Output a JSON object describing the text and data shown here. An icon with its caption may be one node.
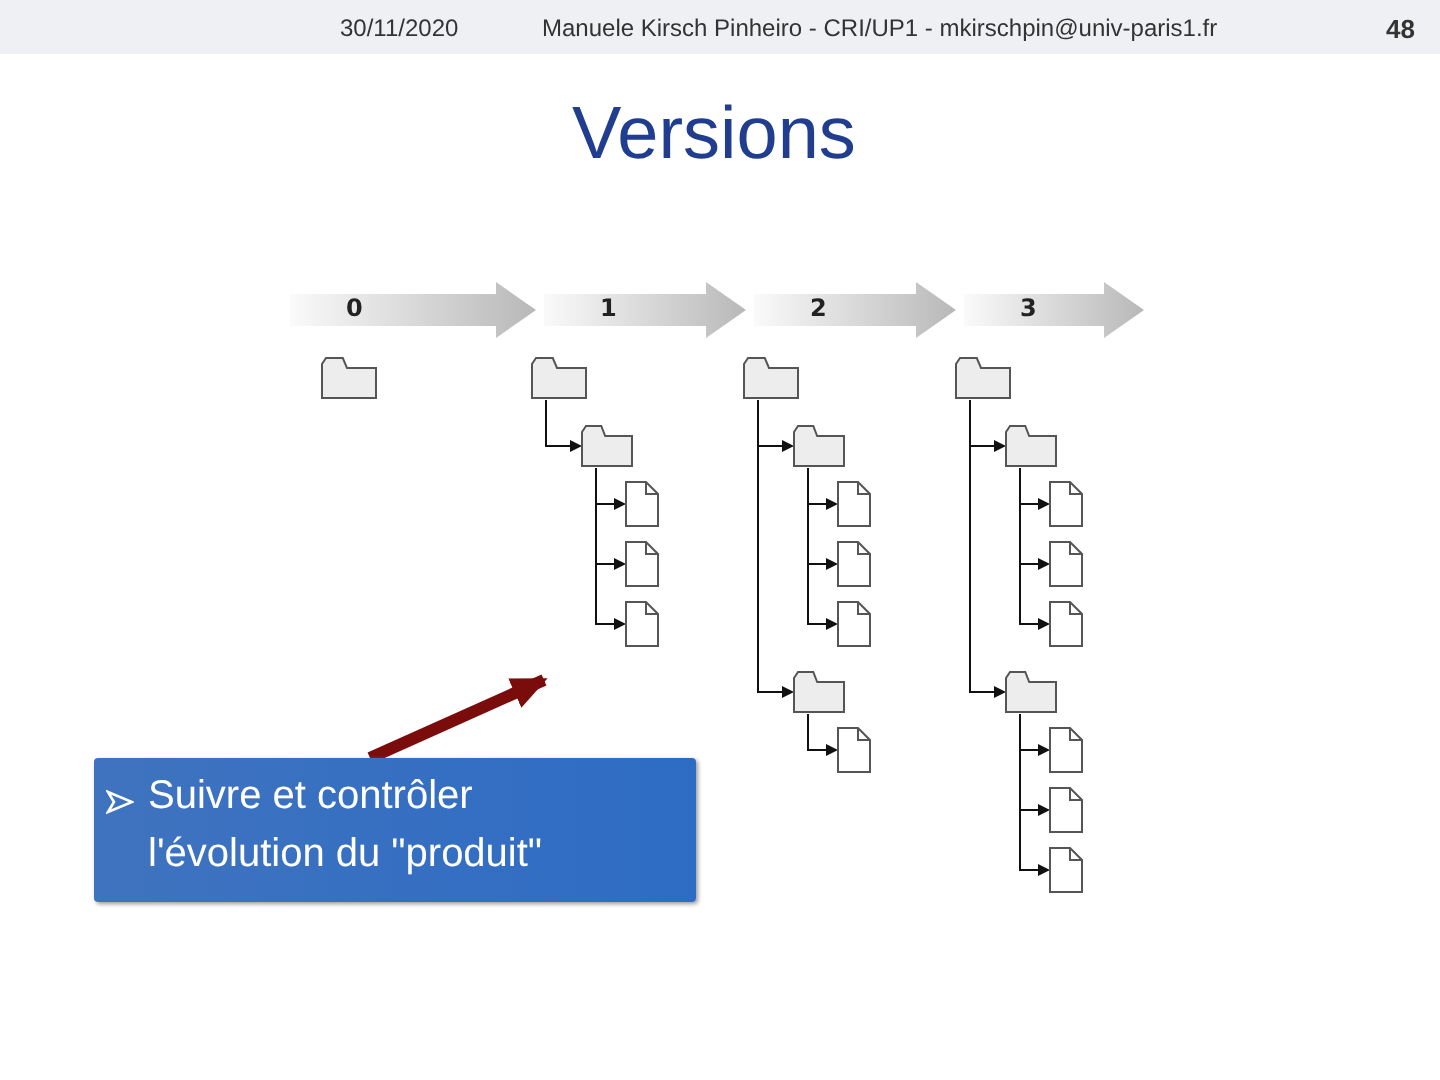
{
  "diagram": {
    "title": "Versions",
    "nodes": [
      {
        "text": [
          "0"
        ]
      },
      {
        "text": [
          "1"
        ]
      },
      {
        "text": [
          "2"
        ]
      },
      {
        "text": [
          "3"
        ]
      },
      {
        "text": [],
        "shape": "folder"
      },
      {
        "text": [],
        "shape": "folder"
      },
      {
        "text": [],
        "shape": "folder"
      },
      {
        "text": [],
        "shape": "file"
      },
      {
        "text": [],
        "shape": "file"
      },
      {
        "text": [],
        "shape": "file"
      },
      {
        "text": [],
        "shape": "folder"
      },
      {
        "text": [],
        "shape": "folder"
      },
      {
        "text": [],
        "shape": "file"
      },
      {
        "text": [],
        "shape": "file"
      },
      {
        "text": [],
        "shape": "file"
      },
      {
        "text": [],
        "shape": "folder"
      },
      {
        "text": [],
        "shape": "file"
      },
      {
        "text": [],
        "shape": "folder"
      },
      {
        "text": [],
        "shape": "folder"
      },
      {
        "text": [],
        "shape": "file"
      },
      {
        "text": [],
        "shape": "file"
      },
      {
        "text": [],
        "shape": "file"
      },
      {
        "text": [],
        "shape": "folder"
      },
      {
        "text": [],
        "shape": "file"
      },
      {
        "text": [],
        "shape": "file"
      },
      {
        "text": [],
        "shape": "file"
      },
      {
        "text": [
          "Suivre et contrôler l'évolution du \"produit\""
        ]
      }
    ],
    "edges": [
      {
        "from": 5,
        "to": 6,
        "arrow": "to"
      },
      {
        "from": 6,
        "to": 7,
        "arrow": "to"
      },
      {
        "from": 6,
        "to": 8,
        "arrow": "to"
      },
      {
        "from": 6,
        "to": 9,
        "arrow": "to"
      },
      {
        "from": 10,
        "to": 11,
        "arrow": "to"
      },
      {
        "from": 11,
        "to": 12,
        "arrow": "to"
      },
      {
        "from": 11,
        "to": 13,
        "arrow": "to"
      },
      {
        "from": 11,
        "to": 14,
        "arrow": "to"
      },
      {
        "from": 10,
        "to": 15,
        "arrow": "to"
      },
      {
        "from": 15,
        "to": 16,
        "arrow": "to"
      },
      {
        "from": 17,
        "to": 18,
        "arrow": "to"
      },
      {
        "from": 18,
        "to": 19,
        "arrow": "to"
      },
      {
        "from": 18,
        "to": 20,
        "arrow": "to"
      },
      {
        "from": 18,
        "to": 21,
        "arrow": "to"
      },
      {
        "from": 17,
        "to": 22,
        "arrow": "to"
      },
      {
        "from": 22,
        "to": 23,
        "arrow": "to"
      },
      {
        "from": 22,
        "to": 24,
        "arrow": "to"
      },
      {
        "from": 22,
        "to": 25,
        "arrow": "to"
      },
      {
        "from": 26,
        "to": null,
        "arrow": "to",
        "style": "thick",
        "color": "#7b0c0c"
      }
    ],
    "labels": [
      "30/11/2020",
      "Manuele Kirsch Pinheiro - CRI/UP1 - mkirschpin@univ-paris1.fr",
      "48"
    ]
  }
}
